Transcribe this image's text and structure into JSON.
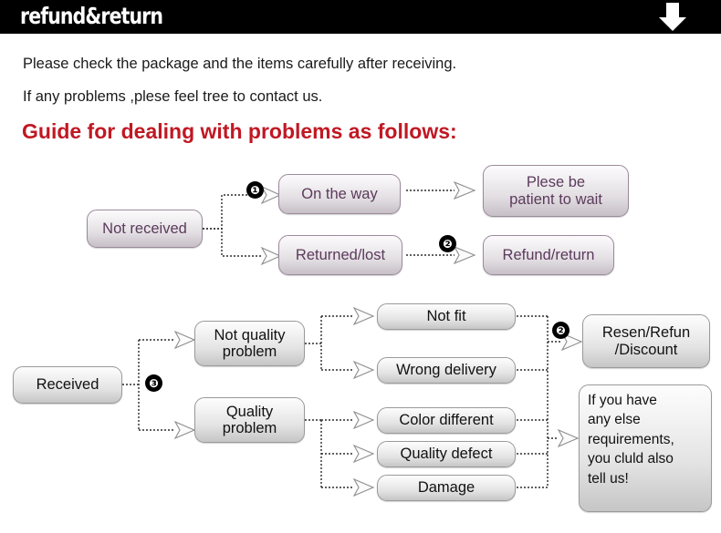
{
  "header": {
    "title": "refund&return",
    "arrow_icon": "down-arrow-icon"
  },
  "intro": {
    "line1": "Please check the package and the items carefully after receiving.",
    "line2": "If any problems ,plese feel tree to contact us.",
    "heading": "Guide for dealing with problems as follows:"
  },
  "colors": {
    "header_bg": "#000000",
    "heading_red": "#c01823",
    "purple_text": "#5b3a5b",
    "node_border": "#9a9a9a",
    "badge_bg": "#000000"
  },
  "flow_not_received": {
    "start": "Not received",
    "branch_a": "On the way",
    "branch_b": "Returned/lost",
    "result_a_line1": "Plese be",
    "result_a_line2": "patient to wait",
    "result_b": "Refund/return",
    "badge_1": "❶",
    "badge_2": "❷"
  },
  "flow_received": {
    "start": "Received",
    "badge_3": "❸",
    "badge_2": "❷",
    "branch_not_quality_line1": "Not quality",
    "branch_not_quality_line2": "problem",
    "branch_quality_line1": "Quality",
    "branch_quality_line2": "problem",
    "issues": [
      "Not fit",
      "Wrong delivery",
      "Color different",
      "Quality defect",
      "Damage"
    ],
    "outcome_line1": "Resen/Refun",
    "outcome_line2": "/Discount",
    "note_line1": "If you have",
    "note_line2": "any else",
    "note_line3": "requirements,",
    "note_line4": "you cluld also",
    "note_line5": "tell us!"
  }
}
